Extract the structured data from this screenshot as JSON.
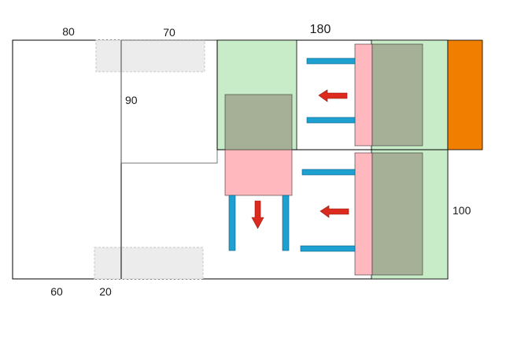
{
  "labels": {
    "top_left": "80",
    "top_mid": "70",
    "top_right": "180",
    "inner_height": "90",
    "right_height": "100",
    "bottom_left": "60",
    "bottom_mid": "20"
  },
  "colors": {
    "outline": "#000000",
    "gray_fill": "#ececec",
    "gray_stroke": "#c8c8c8",
    "green_fill": "#c8ecc8",
    "pink_fill": "#ffb8be",
    "olive_fill": "#a5b096",
    "orange_fill": "#f07f00",
    "blue_bar": "#1ea0d0",
    "red_arrow": "#dc2a1e"
  },
  "icons": {
    "arrow_left": "arrow-left-icon",
    "arrow_down": "arrow-down-icon"
  }
}
